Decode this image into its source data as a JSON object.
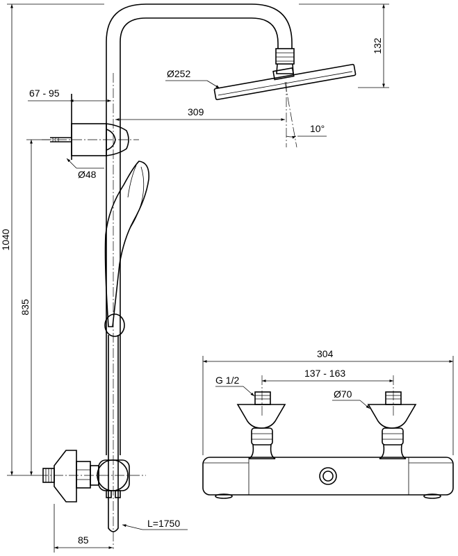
{
  "dimensions": {
    "top_height": "132",
    "showerhead_diameter": "Ø252",
    "wall_distance": "67 - 95",
    "arm_reach": "309",
    "tilt_angle": "10°",
    "bracket_diameter": "Ø48",
    "total_height": "1040",
    "outlet_height": "835",
    "hose_length": "L=1750",
    "wall_offset": "85",
    "mixer_width": "304",
    "inlet_thread": "G 1/2",
    "inlet_spacing": "137 - 163",
    "escutcheon_diameter": "Ø70"
  }
}
